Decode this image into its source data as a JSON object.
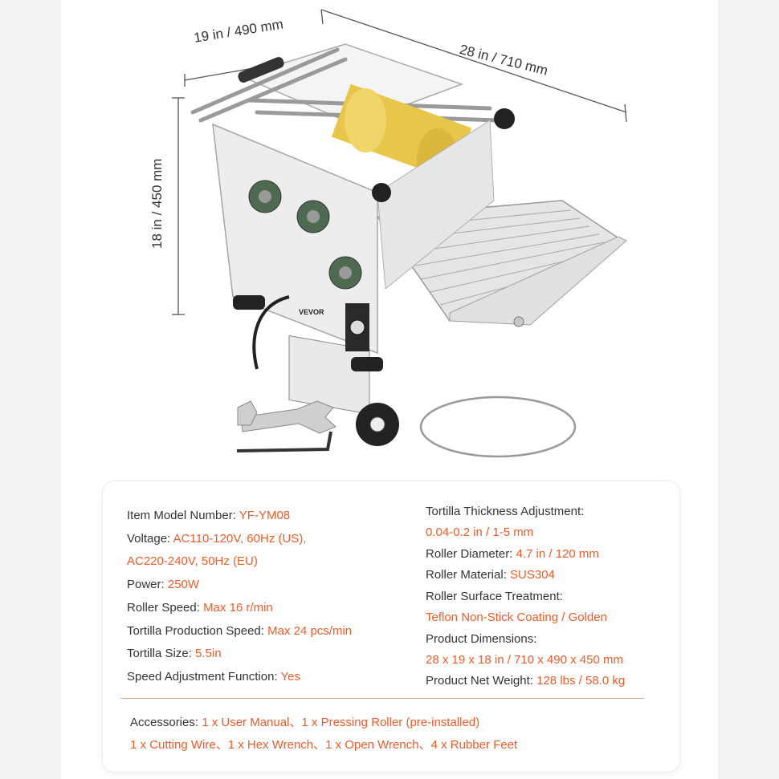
{
  "dimensions": {
    "width": "19 in / 490 mm",
    "length": "28 in / 710 mm",
    "height": "18 in / 450 mm"
  },
  "brand": "VEVOR",
  "specs_left": [
    {
      "label": "Item Model Number: ",
      "value": "YF-YM08"
    },
    {
      "label": "Voltage:  ",
      "value": "AC110-120V, 60Hz (US),"
    },
    {
      "label": "",
      "value": "AC220-240V, 50Hz (EU)"
    },
    {
      "label": "Power: ",
      "value": "250W"
    },
    {
      "label": "Roller Speed: ",
      "value": "Max 16 r/min"
    },
    {
      "label": "Tortilla Production Speed: ",
      "value": "Max 24 pcs/min"
    },
    {
      "label": "Tortilla Size:  ",
      "value": "5.5in"
    },
    {
      "label": "Speed Adjustment Function: ",
      "value": "Yes"
    }
  ],
  "specs_right": [
    {
      "label": "Tortilla Thickness Adjustment:",
      "value": ""
    },
    {
      "label": "",
      "value": "0.04-0.2 in / 1-5 mm"
    },
    {
      "label": "Roller Diameter: ",
      "value": "4.7 in / 120 mm"
    },
    {
      "label": "Roller Material: ",
      "value": "SUS304"
    },
    {
      "label": "Roller Surface Treatment:",
      "value": ""
    },
    {
      "label": "",
      "value": "Teflon Non-Stick Coating / Golden"
    },
    {
      "label": "Product Dimensions:",
      "value": ""
    },
    {
      "label": "",
      "value": "28 x 19 x 18 in / 710 x 490 x 450 mm"
    },
    {
      "label": "Product Net Weight: ",
      "value": "128 lbs / 58.0 kg"
    }
  ],
  "accessories": {
    "label": "Accessories: ",
    "line1": "1 x User Manual、1 x Pressing Roller (pre-installed)",
    "line2": "1 x Cutting Wire、1 x Hex Wrench、1 x Open Wrench、4 x Rubber Feet"
  },
  "colors": {
    "accent": "#f05a28",
    "roller": "#e7c64a",
    "frame": "#eeeeee"
  }
}
